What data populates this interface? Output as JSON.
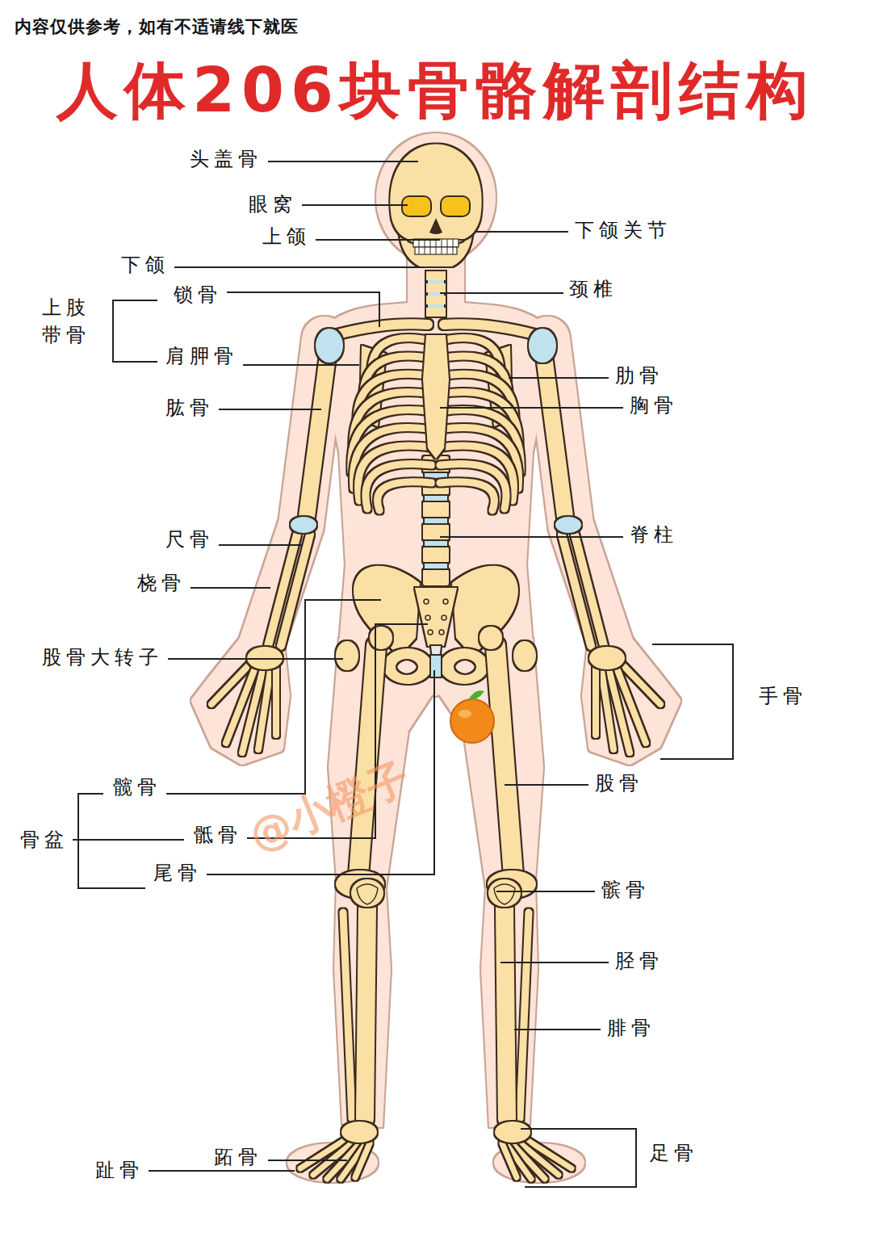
{
  "diagram": {
    "title": "人体206块骨骼解剖结构",
    "labels": [
      "内容仅供参考，如有不适请线下就医",
      "头盖骨",
      "眼窝",
      "下颌关节",
      "上颌",
      "下颌",
      "锁骨",
      "上肢 带骨",
      "颈椎",
      "肩胛骨",
      "肋骨",
      "肱骨",
      "胸骨",
      "尺骨",
      "脊柱",
      "桡骨",
      "股骨大转子",
      "手骨",
      "股骨",
      "髋骨",
      "骨盆",
      "骶骨",
      "尾骨",
      "髌骨",
      "胫骨",
      "腓骨",
      "足骨",
      "跖骨",
      "趾骨",
      "@小橙子"
    ]
  }
}
